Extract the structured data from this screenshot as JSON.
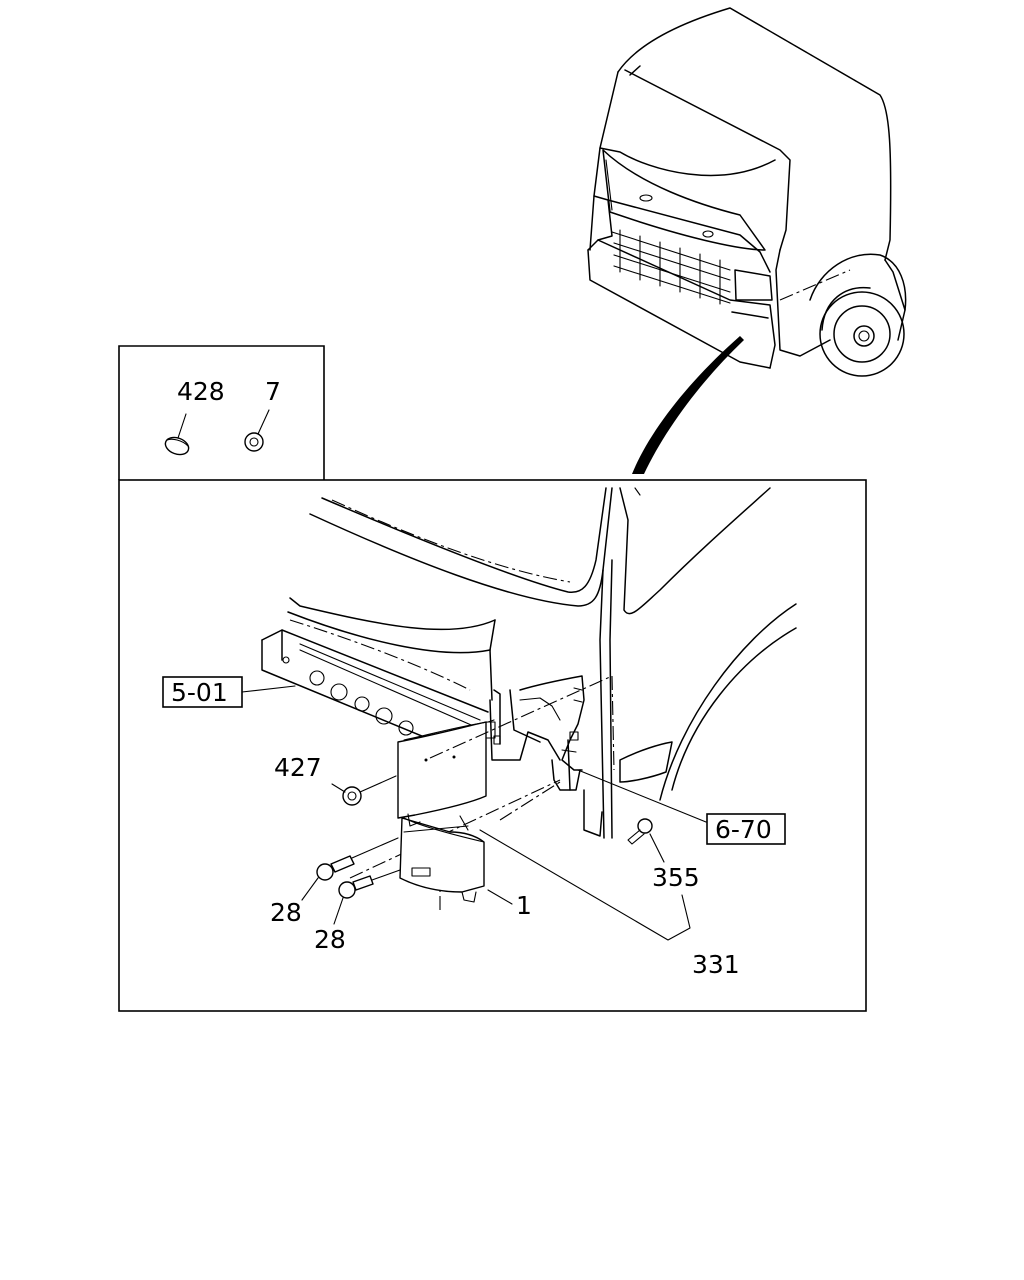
{
  "callouts": {
    "c428": "428",
    "c7": "7",
    "c501": "5-01",
    "c427": "427",
    "c670": "6-70",
    "c355": "355",
    "c28a": "28",
    "c28b": "28",
    "c1": "1",
    "c331": "331"
  }
}
